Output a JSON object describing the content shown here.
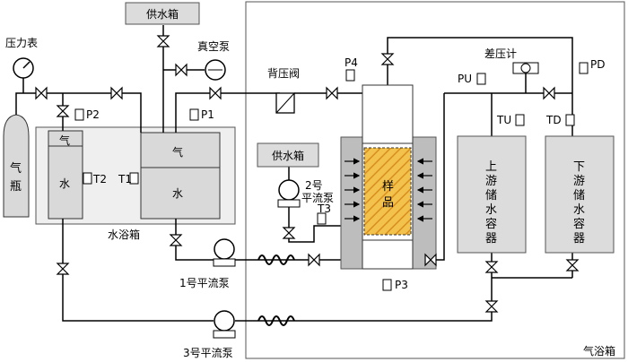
{
  "labels": {
    "supply_tank_top": "供水箱",
    "supply_tank_mid": "供水箱",
    "pressure_gauge": "压力表",
    "vacuum_pump": "真空泵",
    "back_pressure_valve": "背压阀",
    "diff_pressure_gauge": "差压计",
    "gas_cylinder": "气瓶",
    "gas_left": "气",
    "water_left": "水",
    "gas_right": "气",
    "water_right": "水",
    "water_bath": "水浴箱",
    "air_bath": "气浴箱",
    "sample": "样品",
    "pump1": "1号平流泵",
    "pump2_line1": "2号",
    "pump2_line2": "平流泵",
    "pump3": "3号平流泵",
    "upper_vessel": "上游储水容器",
    "lower_vessel": "下游储水容器"
  },
  "sensors": {
    "P1": "P1",
    "P2": "P2",
    "P3": "P3",
    "P4": "P4",
    "PU": "PU",
    "PD": "PD",
    "TU": "TU",
    "TD": "TD",
    "T1": "T1",
    "T2": "T2",
    "T3": "T3"
  },
  "colors": {
    "line": "#000000",
    "box_fill": "#e6e6e6",
    "box_stroke": "#555555",
    "vessel_fill": "#dddddd",
    "sample_fill": "#f2c24c",
    "sample_hatch": "#d98e1e",
    "confining_fill": "#bdbdbd"
  }
}
